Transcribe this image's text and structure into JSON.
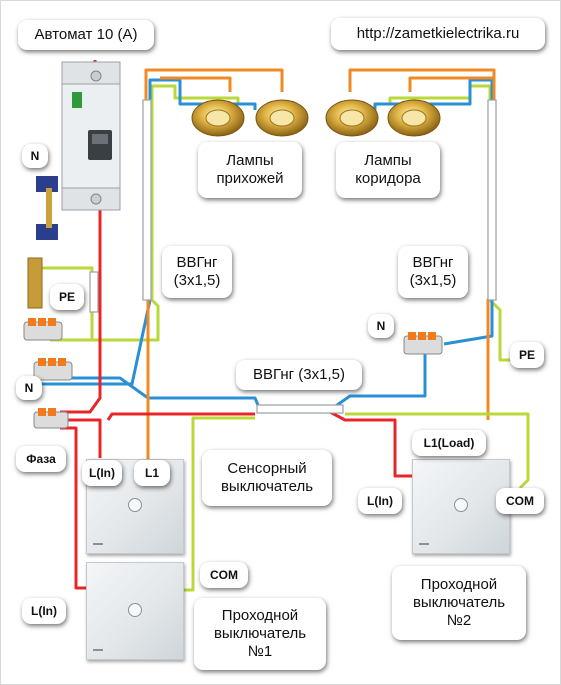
{
  "labels": {
    "breaker": "Автомат 10 (А)",
    "website": "http://zametkielectrika.ru",
    "lamps_hall": "Лампы\nприхожей",
    "lamps_corridor": "Лампы\nкоридора",
    "cable_left": "ВВГнг\n(3х1,5)",
    "cable_right": "ВВГнг\n(3х1,5)",
    "cable_middle": "ВВГнг (3х1,5)",
    "n_top": "N",
    "pe_left": "PE",
    "n_terminal": "N",
    "faza": "Фаза",
    "n_right": "N",
    "pe_right": "PE",
    "l_in_sensor": "L(In)",
    "l1_sensor": "L1",
    "sensor_switch": "Сенсорный\nвыключатель",
    "com_1": "COM",
    "l_in_1": "L(In)",
    "pass_switch_1": "Проходной\nвыключатель\n№1",
    "l1_load": "L1(Load)",
    "l_in_2": "L(In)",
    "com_2": "COM",
    "pass_switch_2": "Проходной\nвыключатель\n№2"
  },
  "colors": {
    "phase_red": "#e8262a",
    "neutral_blue": "#2b8fd6",
    "pe_green": "#b9d93a",
    "switched_orange": "#f08a24",
    "sheath_gray": "#b8bec2",
    "lamp_gold": "#c89b2c",
    "breaker_body": "#e9ecee"
  }
}
